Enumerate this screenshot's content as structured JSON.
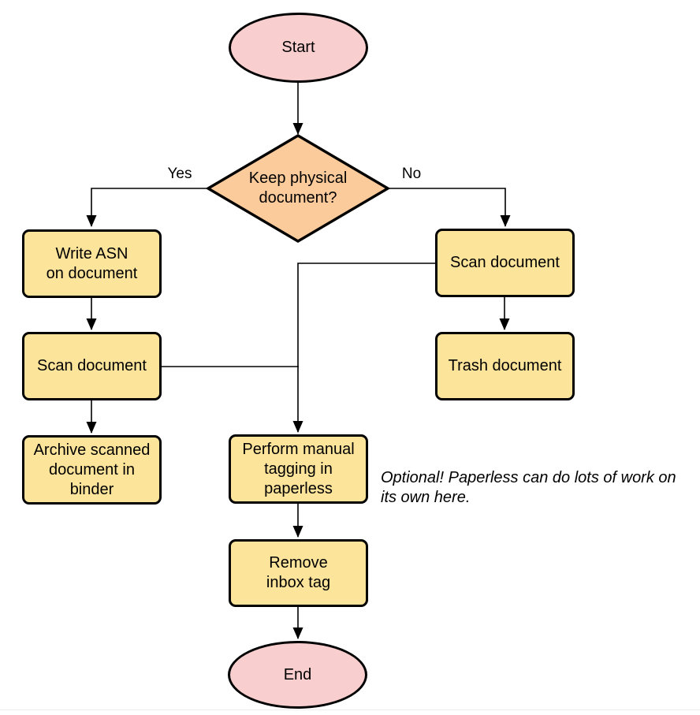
{
  "colors": {
    "node-pink": "#F9CECE",
    "node-orange": "#FCCB9C",
    "node-yellow": "#FDE49B",
    "stroke": "#000000",
    "divider": "#ededed"
  },
  "nodes": {
    "start": {
      "label": "Start",
      "shape": "ellipse"
    },
    "decision": {
      "label": "Keep physical\ndocument?",
      "shape": "diamond"
    },
    "write_asn": {
      "label": "Write ASN\non document",
      "shape": "rect"
    },
    "scan_left": {
      "label": "Scan document",
      "shape": "rect"
    },
    "archive": {
      "label": "Archive scanned\ndocument in\nbinder",
      "shape": "rect"
    },
    "scan_right": {
      "label": "Scan document",
      "shape": "rect"
    },
    "trash": {
      "label": "Trash document",
      "shape": "rect"
    },
    "tagging": {
      "label": "Perform manual\ntagging in\npaperless",
      "shape": "rect"
    },
    "remove_inbox": {
      "label": "Remove\ninbox tag",
      "shape": "rect"
    },
    "end": {
      "label": "End",
      "shape": "ellipse"
    }
  },
  "edge_labels": {
    "yes": "Yes",
    "no": "No"
  },
  "annotation": "Optional! Paperless can do lots of work on\nits own here."
}
